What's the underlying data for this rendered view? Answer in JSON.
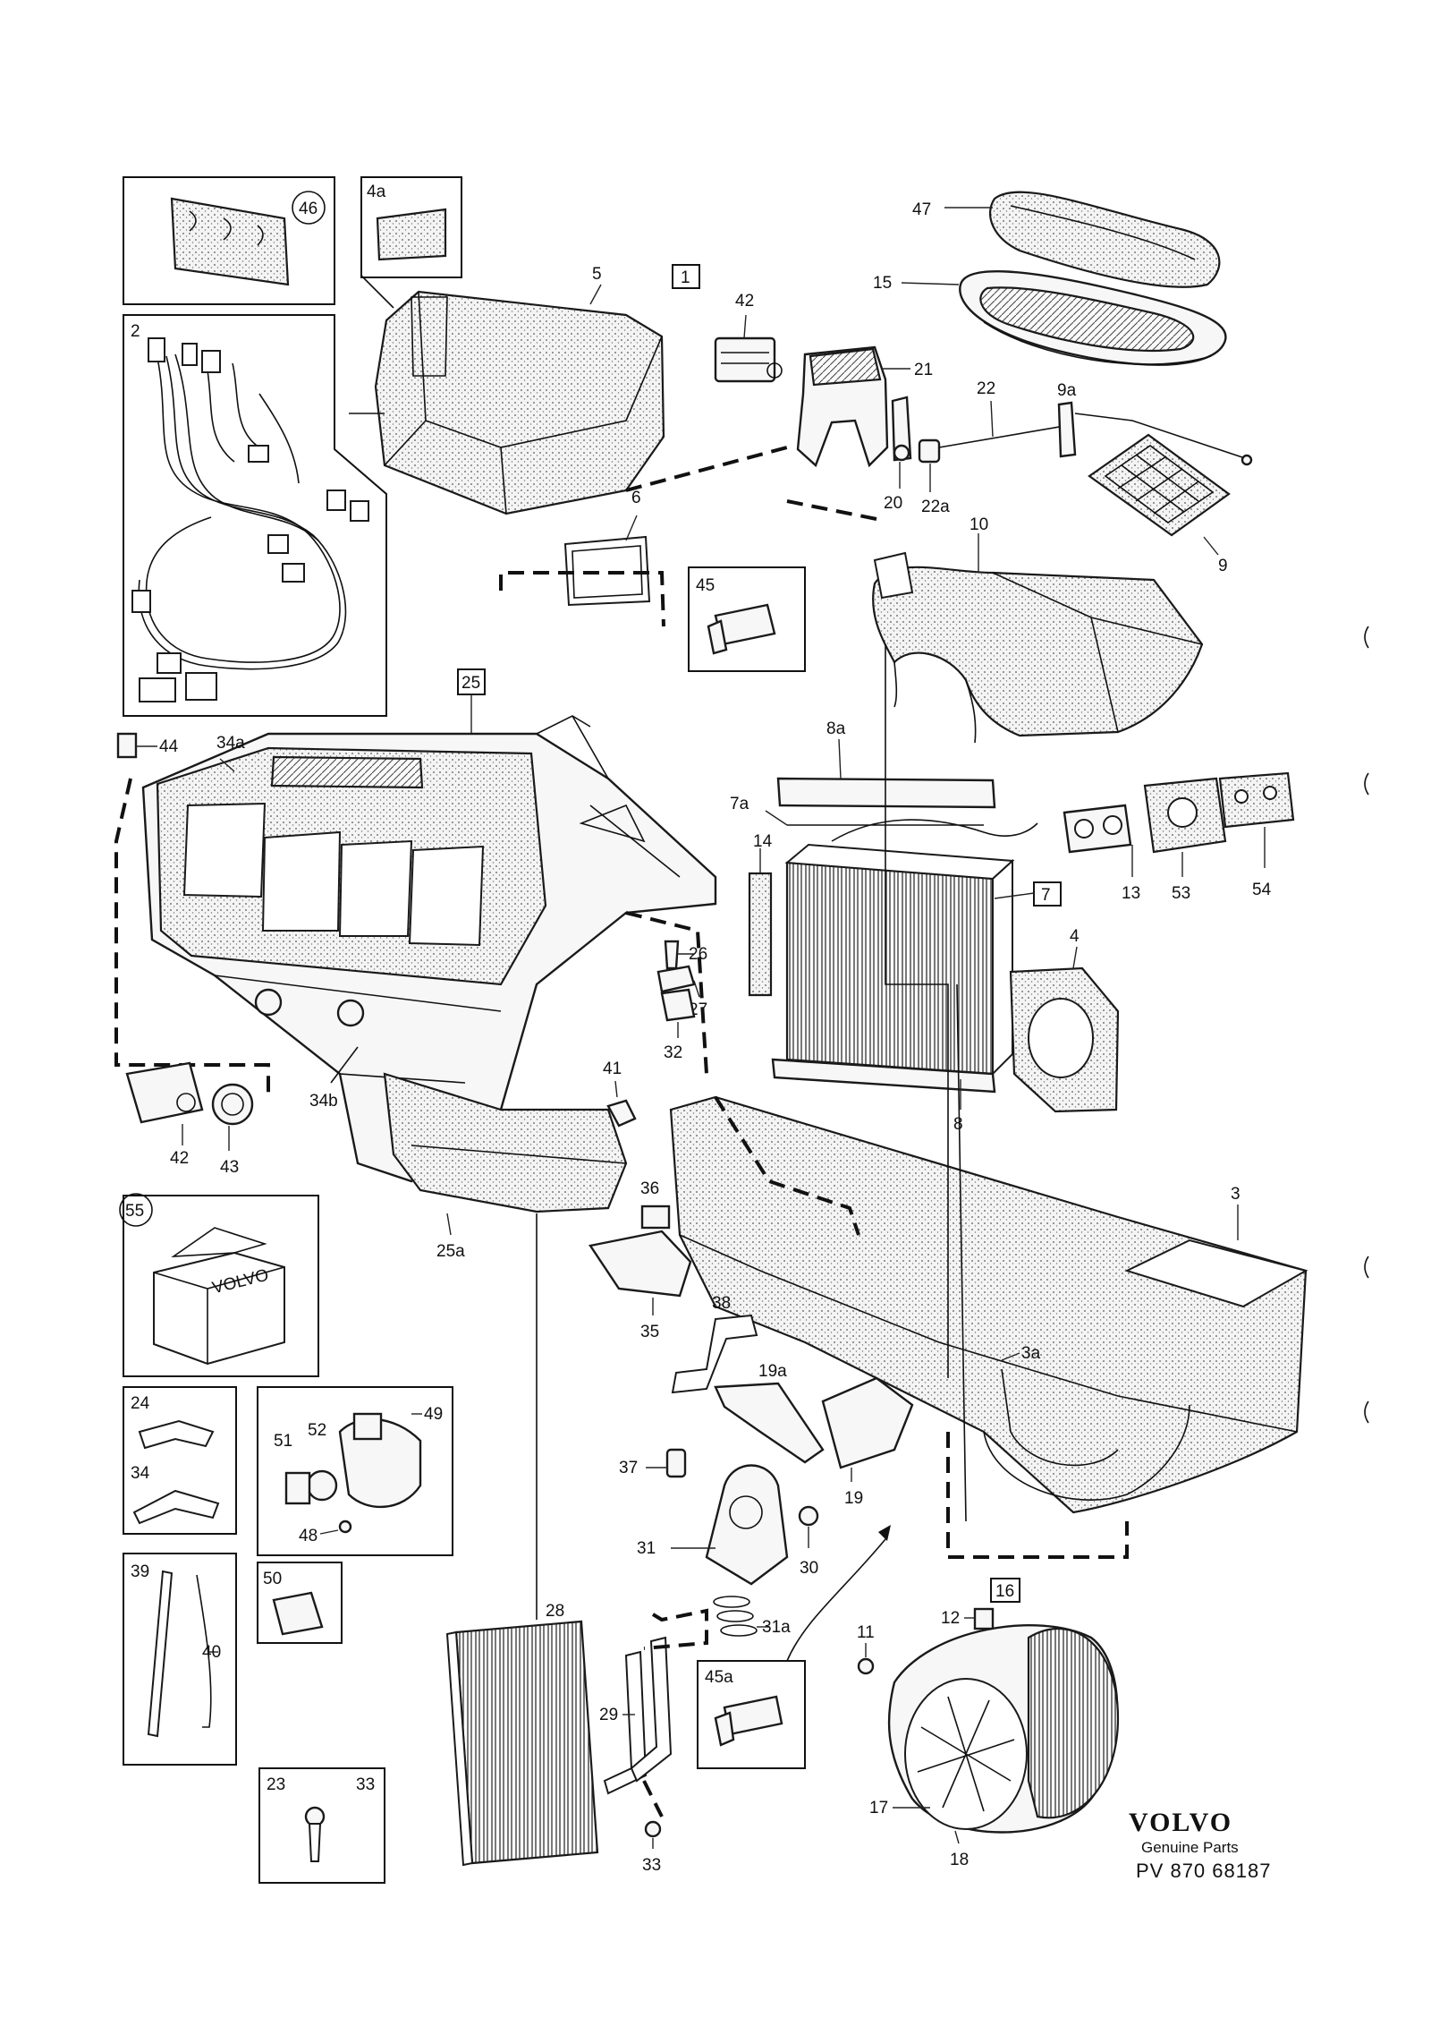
{
  "brand": {
    "name": "VOLVO",
    "subtitle": "Genuine Parts",
    "drawing_number": "PV 870 68187"
  },
  "boxed_labels": {
    "b1": "1",
    "b25": "25",
    "b7": "7",
    "b16": "16"
  },
  "circled_labels": {
    "c46": "46",
    "c55": "55"
  },
  "callouts": {
    "l4a": "4a",
    "l2": "2",
    "l5": "5",
    "l6": "6",
    "l42a": "42",
    "l21": "21",
    "l22": "22",
    "l9a": "9a",
    "l20": "20",
    "l22a": "22a",
    "l10": "10",
    "l9": "9",
    "l47": "47",
    "l15": "15",
    "l45": "45",
    "l44": "44",
    "l34a": "34a",
    "l8a": "8a",
    "l7a": "7a",
    "l14": "14",
    "l13": "13",
    "l53": "53",
    "l54": "54",
    "l4": "4",
    "l26": "26",
    "l27": "27",
    "l32": "32",
    "l41": "41",
    "l34b": "34b",
    "l42b": "42",
    "l43": "43",
    "l8": "8",
    "l36": "36",
    "l35": "35",
    "l25a": "25a",
    "l3": "3",
    "l38": "38",
    "l3a": "3a",
    "l19a": "19a",
    "l19": "19",
    "l37": "37",
    "l31": "31",
    "l30": "30",
    "l31a": "31a",
    "l24": "24",
    "l34c": "34",
    "l49": "49",
    "l51": "51",
    "l52": "52",
    "l48": "48",
    "l50": "50",
    "l39": "39",
    "l40": "40",
    "l28": "28",
    "l29": "29",
    "l45a": "45a",
    "l11": "11",
    "l12": "12",
    "l17": "17",
    "l18": "18",
    "l23": "23",
    "l33a": "33",
    "l33b": "33"
  },
  "box_glyph": "VOLVO"
}
